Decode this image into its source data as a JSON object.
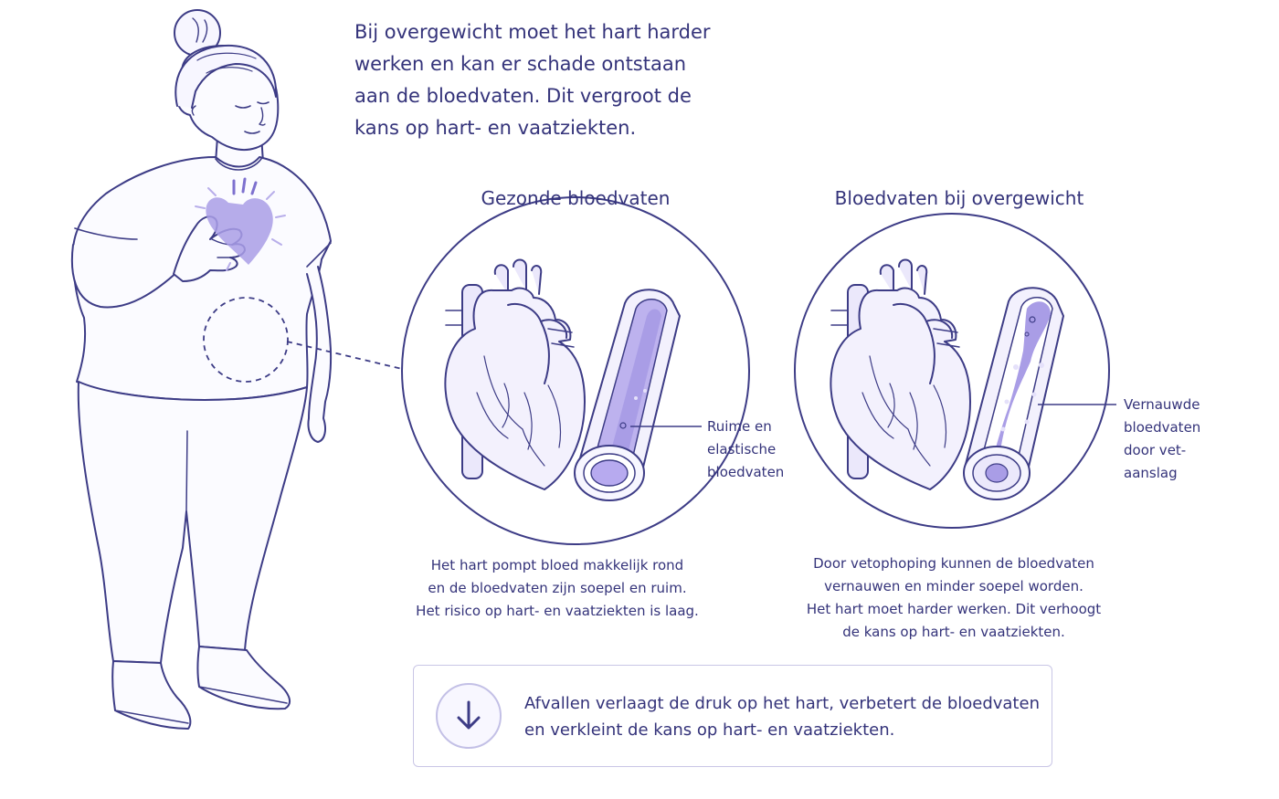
{
  "intro": {
    "lines": [
      "Bij overgewicht moet het hart harder",
      "werken en kan er schade ontstaan",
      "aan de bloedvaten. Dit vergroot de",
      "kans op hart- en vaatziekten."
    ]
  },
  "panels": [
    {
      "title": "Gezonde bloedvaten",
      "callout_lines": [
        "Ruime en",
        "elastische",
        "bloedvaten"
      ],
      "caption_lines": [
        "Het hart pompt bloed makkelijk rond",
        "en de bloedvaten zijn soepel en ruim.",
        "Het risico op hart- en vaatziekten is laag."
      ]
    },
    {
      "title": "Bloedvaten bij overgewicht",
      "callout_lines": [
        "Vernauwde",
        "bloedvaten",
        "door vet-",
        "aanslag"
      ],
      "caption_lines": [
        "Door vetophoping kunnen de bloedvaten",
        "vernauwen en minder soepel worden.",
        "Het hart moet harder werken. Dit verhoogt",
        "de kans op hart- en vaatziekten."
      ]
    }
  ],
  "notice": {
    "icon": "arrow-down-icon",
    "lines": [
      "Afvallen verlaagt de druk op het hart, verbetert de bloedvaten",
      "en verkleint de kans op hart- en vaatziekten."
    ]
  },
  "colors": {
    "ink": "#34337a",
    "line": "#3d3c86",
    "accent": "#a99de6",
    "accent_light": "#d8d2f6",
    "accent_dark": "#7e71cf"
  }
}
